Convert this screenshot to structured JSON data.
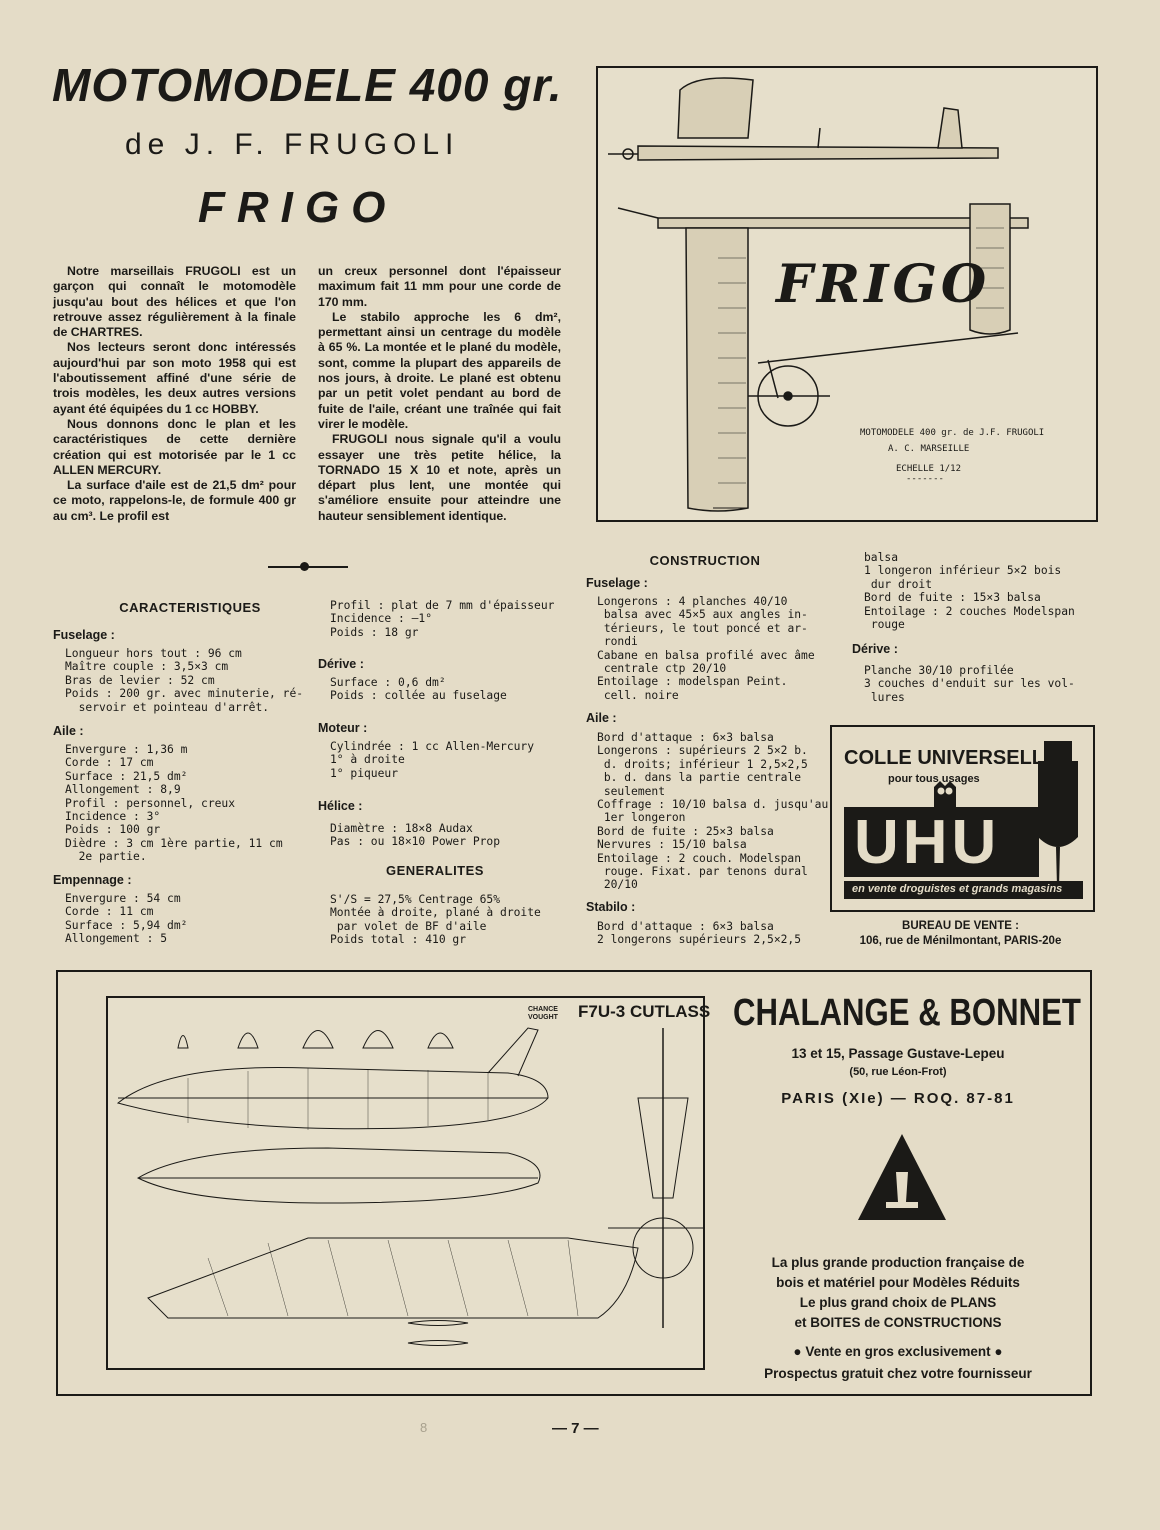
{
  "header": {
    "title": "MOTOMODELE 400 gr.",
    "subtitle": "de J. F. FRUGOLI",
    "model_name": "FRIGO"
  },
  "intro": {
    "col1": [
      "Notre marseillais FRUGOLI est un garçon qui connaît le motomodèle jusqu'au bout des hélices et que l'on retrouve assez régulièrement à la finale de CHARTRES.",
      "Nos lecteurs seront donc intéressés aujourd'hui par son moto 1958 qui est l'aboutissement affiné d'une série de trois modèles, les deux autres versions ayant été équipées du 1 cc HOBBY.",
      "Nous donnons donc le plan et les caractéristiques de cette dernière création qui est motorisée par le 1 cc ALLEN MERCURY.",
      "La surface d'aile est de 21,5 dm² pour ce moto, rappelons-le, de formule 400 gr au cm³. Le profil est"
    ],
    "col2": [
      "un creux personnel dont l'épaisseur maximum fait 11 mm pour une corde de 170 mm.",
      "Le stabilo approche les 6 dm², permettant ainsi un centrage du modèle à 65 %. La montée et le plané du modèle, sont, comme la plupart des appareils de nos jours, à droite. Le plané est obtenu par un petit volet pendant au bord de fuite de l'aile, créant une traînée qui fait virer le modèle.",
      "FRUGOLI nous signale qu'il a voulu essayer une très petite hélice, la TORNADO 15 X 10 et note, après un départ plus lent, une montée qui s'améliore ensuite pour atteindre une hauteur sensiblement identique."
    ]
  },
  "plan_frigo": {
    "name": "FRIGO",
    "caption": "MOTOMODELE 400 gr. de J.F. FRUGOLI",
    "club": "A. C. MARSEILLE",
    "scale": "ECHELLE 1/12",
    "underline": "-------"
  },
  "caracteristiques": {
    "heading": "CARACTERISTIQUES",
    "fuselage_label": "Fuselage :",
    "fuselage": "Longueur hors tout : 96 cm\nMaître couple : 3,5×3 cm\nBras de levier : 52 cm\nPoids : 200 gr. avec minuterie, ré-\n  servoir et pointeau d'arrêt.",
    "aile_label": "Aile :",
    "aile": "Envergure : 1,36 m\nCorde : 17 cm\nSurface : 21,5 dm²\nAllongement : 8,9\nProfil : personnel, creux\nIncidence : 3°\nPoids : 100 gr\nDièdre : 3 cm 1ère partie, 11 cm\n  2e partie.",
    "empennage_label": "Empennage :",
    "empennage": "Envergure : 54 cm\nCorde : 11 cm\nSurface : 5,94 dm²\nAllongement : 5",
    "empennage_cont": "Profil : plat de 7 mm d'épaisseur\nIncidence : —1°\nPoids : 18 gr",
    "derive_label": "Dérive :",
    "derive": "Surface : 0,6 dm²\nPoids : collée au fuselage",
    "moteur_label": "Moteur :",
    "moteur": "Cylindrée : 1 cc Allen-Mercury\n1° à droite\n1° piqueur",
    "helice_label": "Hélice :",
    "helice": "Diamètre : 18×8 Audax\nPas : ou 18×10 Power Prop"
  },
  "generalites": {
    "heading": "GENERALITES",
    "text": "S'/S = 27,5% Centrage 65%\nMontée à droite, plané à droite\n par volet de BF d'aile\nPoids total : 410 gr"
  },
  "construction": {
    "heading": "CONSTRUCTION",
    "fuselage_label": "Fuselage :",
    "fuselage": "Longerons : 4 planches 40/10\n balsa avec 45×5 aux angles in-\n térieurs, le tout poncé et ar-\n rondi\nCabane en balsa profilé avec âme\n centrale ctp 20/10\nEntoilage : modelspan Peint.\n cell. noire",
    "aile_label": "Aile :",
    "aile": "Bord d'attaque : 6×3 balsa\nLongerons : supérieurs 2 5×2 b.\n d. droits; inférieur 1 2,5×2,5\n b. d. dans la partie centrale\n seulement\nCoffrage : 10/10 balsa d. jusqu'au\n 1er longeron\nBord de fuite : 25×3 balsa\nNervures : 15/10 balsa\nEntoilage : 2 couch. Modelspan\n rouge. Fixat. par tenons dural\n 20/10",
    "stabilo_label": "Stabilo :",
    "stabilo": "Bord d'attaque : 6×3 balsa\n2 longerons supérieurs 2,5×2,5",
    "stabilo_cont": "balsa\n1 longeron inférieur 5×2 bois\n dur droit\nBord de fuite : 15×3 balsa\nEntoilage : 2 couches Modelspan\n rouge",
    "derive_label": "Dérive :",
    "derive": "Planche 30/10 profilée\n3 couches d'enduit sur les vol-\n lures"
  },
  "uhu_ad": {
    "title": "COLLE UNIVERSELLE",
    "subtitle": "pour tous usages",
    "brand": "UHU",
    "band": "en vente droguistes et grands magasins",
    "bureau_title": "BUREAU DE VENTE :",
    "bureau_address": "106, rue de Ménilmontant, PARIS-20e"
  },
  "cutlass_plan": {
    "maker": "CHANCE VOUGHT",
    "title": "F7U-3 CUTLASS"
  },
  "chalange_ad": {
    "title": "CHALANGE & BONNET",
    "address1": "13 et 15, Passage Gustave-Lepeu",
    "address2": "(50, rue Léon-Frot)",
    "city": "PARIS (XIe) — ROQ. 87-81",
    "line1": "La plus grande production française de",
    "line2": "bois et matériel pour Modèles Réduits",
    "line3": "Le plus grand choix de PLANS",
    "line4": "et BOITES de CONSTRUCTIONS",
    "line5": "● Vente en gros exclusivement ●",
    "line6": "Prospectus gratuit chez votre fournisseur"
  },
  "footer": {
    "faint": "8",
    "page": "— 7 —"
  }
}
